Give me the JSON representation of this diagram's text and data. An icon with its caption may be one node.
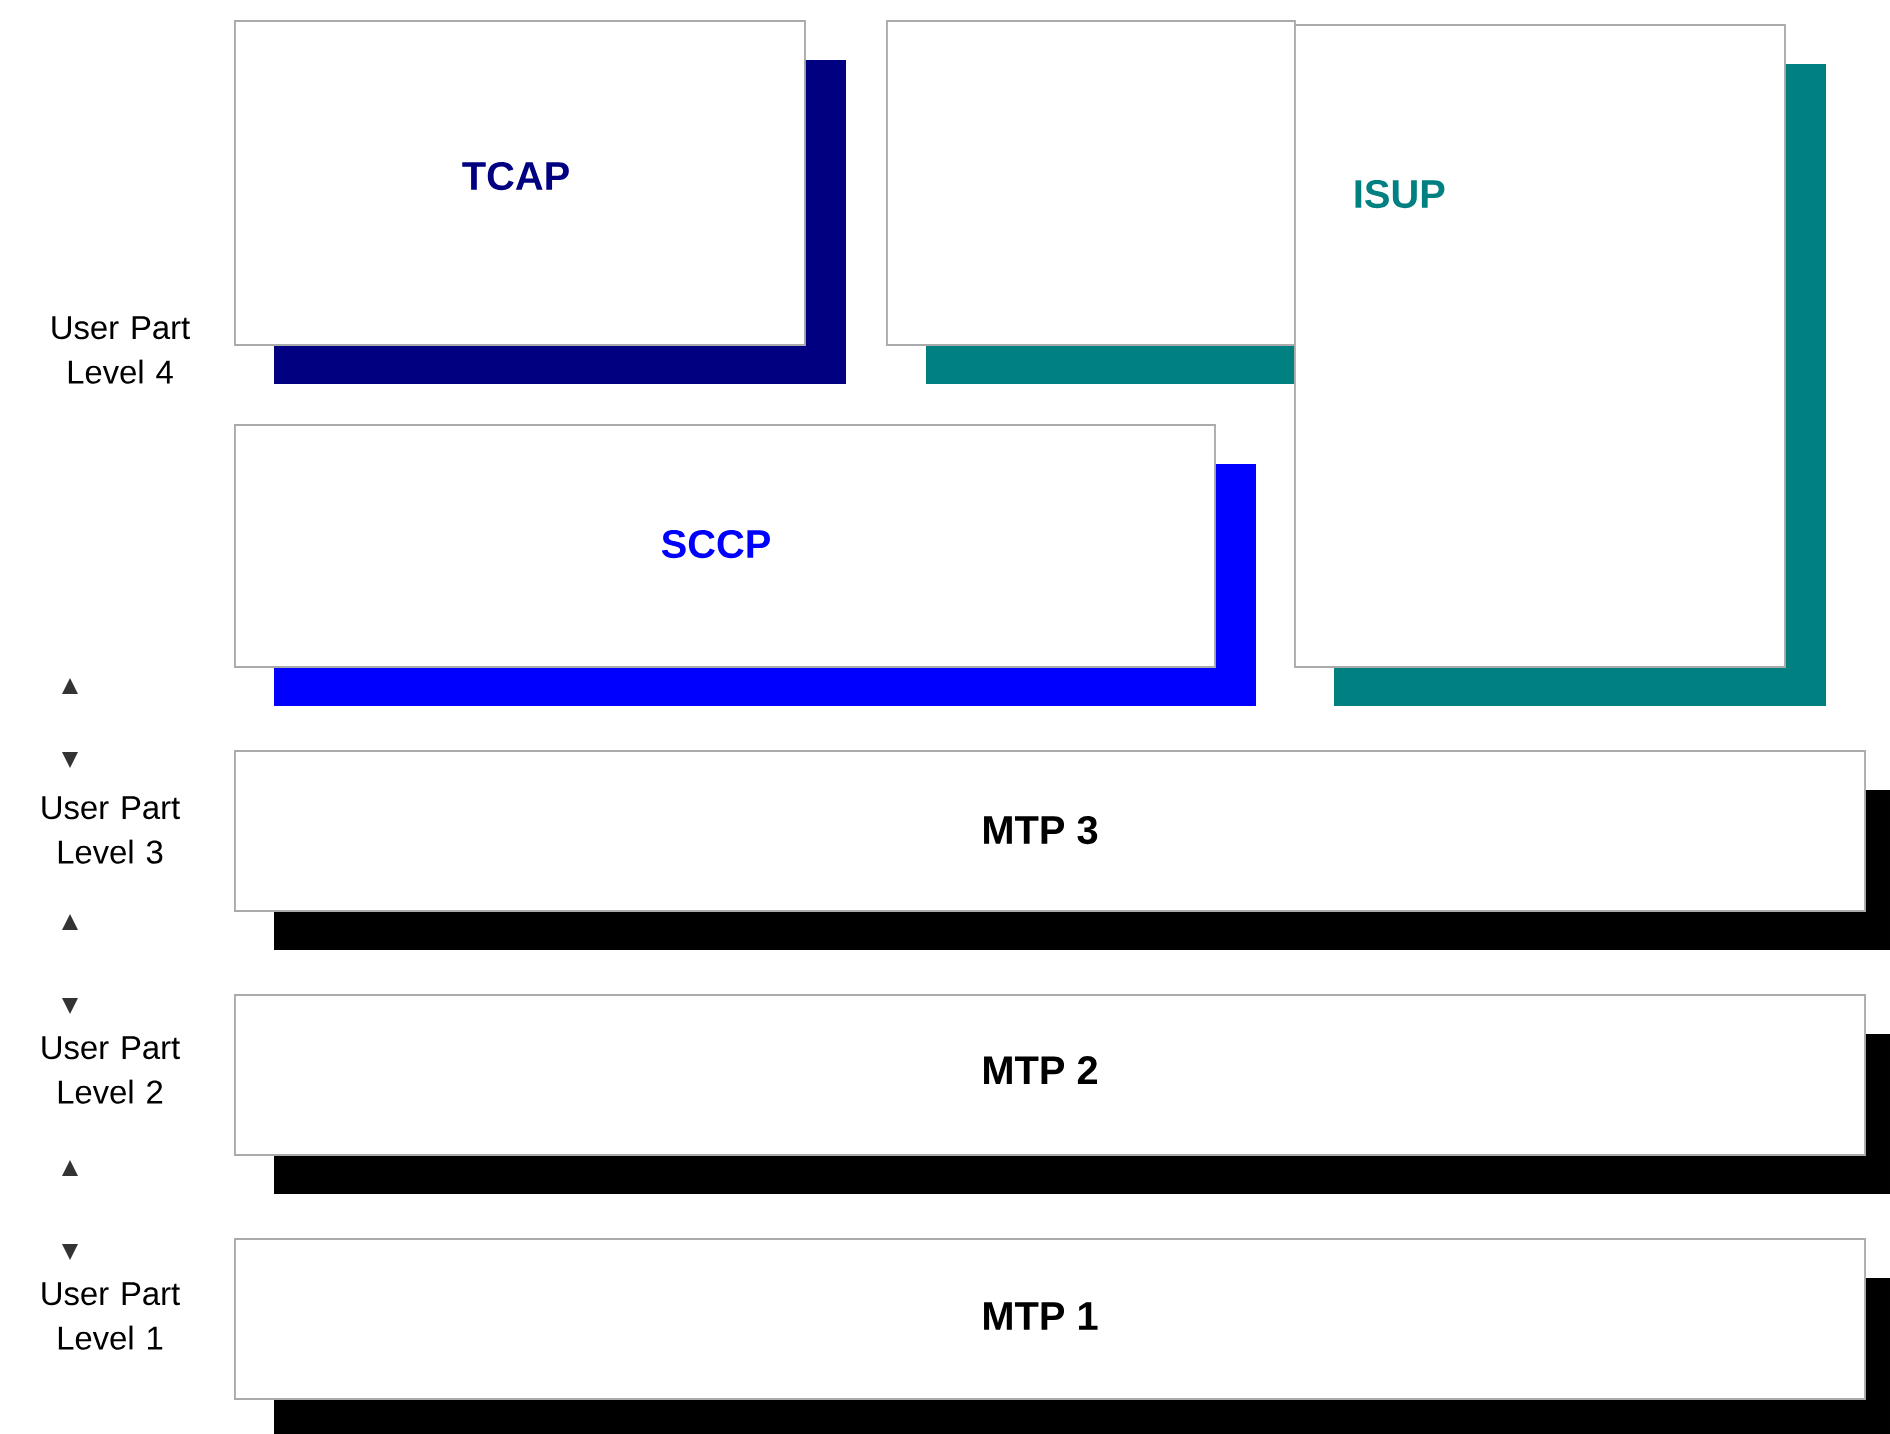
{
  "diagram": {
    "nodes": [
      {
        "text": [
          "TCAP"
        ]
      },
      {
        "text": [],
        "shape": "box"
      },
      {
        "text": [
          "ISUP"
        ]
      },
      {
        "text": [
          "SCCP"
        ]
      },
      {
        "text": [
          "MTP 3"
        ]
      },
      {
        "text": [
          "MTP 2"
        ]
      },
      {
        "text": [
          "MTP 1"
        ]
      }
    ],
    "labels": [
      "User Part Level 4",
      "User Part Level 3",
      "User Part Level 2",
      "User Part Level 1"
    ]
  }
}
